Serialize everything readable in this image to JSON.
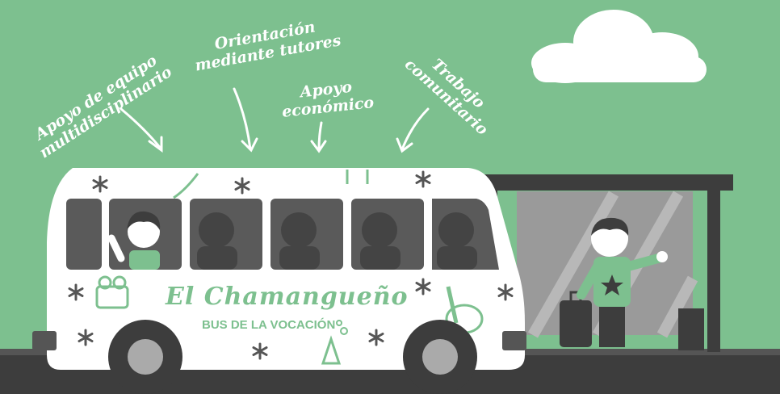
{
  "labels": {
    "support_team": "Apoyo de equipo multidisciplinario",
    "tutors": "Orientación mediante tutores",
    "economic": "Apoyo económico",
    "community": "Trabajo comunitario"
  },
  "bus": {
    "name": "El Chamangueño",
    "subtitle": "BUS DE LA VOCACIÓN"
  },
  "colors": {
    "background": "#7dc08f",
    "accent": "#7dc08f",
    "dark": "#3d3d3d"
  }
}
